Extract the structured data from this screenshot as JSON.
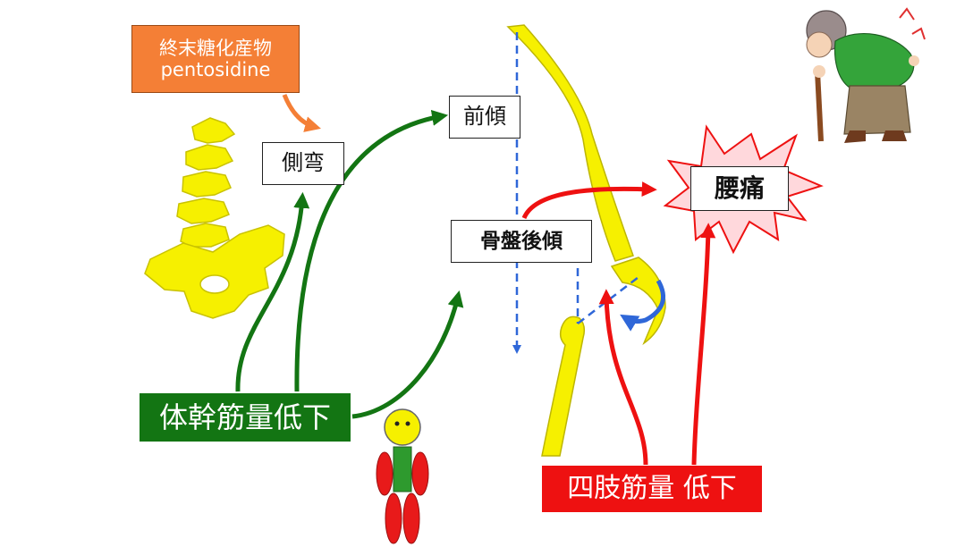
{
  "labels": {
    "age_products": {
      "line1": "終末糖化産物",
      "line2": "pentosidine"
    },
    "lateral_curve": "側弯",
    "anterior_tilt": "前傾",
    "pelvic_retroversion": "骨盤後傾",
    "low_back_pain": "腰痛",
    "trunk_muscle_loss": "体幹筋量低下",
    "limb_muscle_loss": "四肢筋量 低下"
  },
  "colors": {
    "orange": "#f47f36",
    "green": "#137513",
    "red": "#ee1111",
    "yellow": "#f6f000",
    "blue": "#2f67d8"
  }
}
